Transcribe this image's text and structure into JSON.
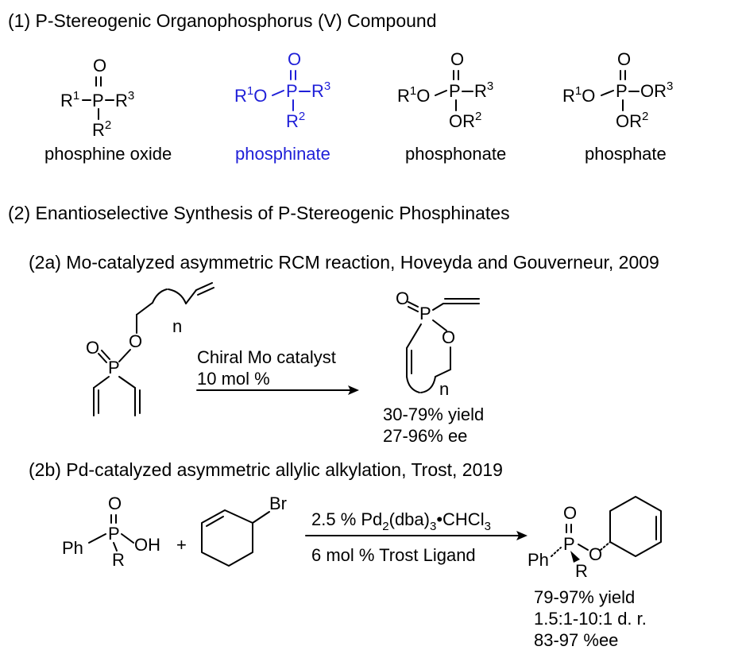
{
  "section1": {
    "title": "(1) P-Stereogenic Organophosphorus (V) Compound",
    "compounds": [
      {
        "label": "phosphine oxide",
        "highlight": false
      },
      {
        "label": "phosphinate",
        "highlight": true
      },
      {
        "label": "phosphonate",
        "highlight": false
      },
      {
        "label": "phosphate",
        "highlight": false
      }
    ]
  },
  "section2": {
    "title": "(2) Enantioselective Synthesis of P-Stereogenic Phosphinates",
    "a": {
      "title": "(2a) Mo-catalyzed asymmetric RCM reaction, Hoveyda and Gouverneur, 2009",
      "conditions": [
        "Chiral Mo catalyst",
        "10 mol %"
      ],
      "results": [
        "30-79% yield",
        "27-96% ee"
      ]
    },
    "b": {
      "title": "(2b) Pd-catalyzed asymmetric allylic alkylation, Trost, 2019",
      "conditions": [
        "2.5 % Pd2(dba)3•CHCl3",
        "6 mol % Trost Ligand"
      ],
      "results": [
        "79-97% yield",
        "1.5:1-10:1 d. r.",
        "83-97 %ee"
      ]
    }
  },
  "colors": {
    "highlight": "#1f1fd8",
    "text": "#000000"
  }
}
